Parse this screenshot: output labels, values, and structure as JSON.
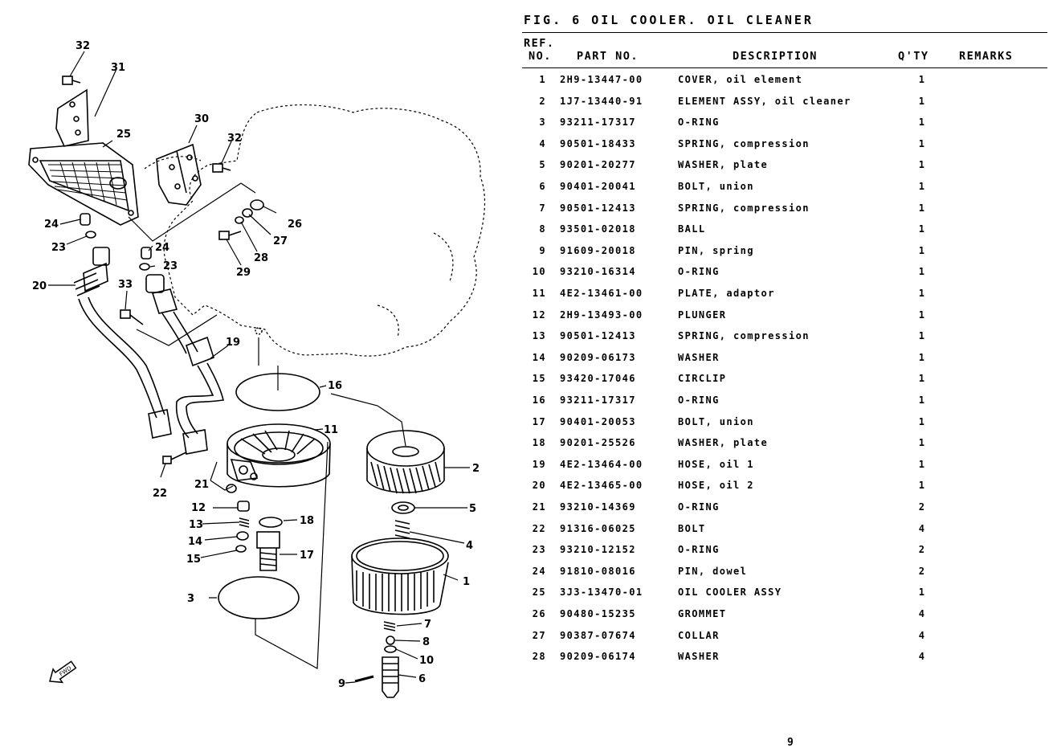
{
  "figure": {
    "title": "FIG. 6 OIL COOLER. OIL CLEANER"
  },
  "table": {
    "headers": {
      "ref_line1": "REF.",
      "ref_line2": "NO.",
      "part_no": "PART NO.",
      "description": "DESCRIPTION",
      "qty": "Q'TY",
      "remarks": "REMARKS"
    },
    "rows": [
      {
        "ref": "1",
        "part": "2H9-13447-00",
        "desc": "COVER, oil element",
        "qty": "1"
      },
      {
        "ref": "2",
        "part": "1J7-13440-91",
        "desc": "ELEMENT ASSY, oil cleaner",
        "qty": "1"
      },
      {
        "ref": "3",
        "part": "93211-17317",
        "desc": "O-RING",
        "qty": "1"
      },
      {
        "ref": "4",
        "part": "90501-18433",
        "desc": "SPRING, compression",
        "qty": "1"
      },
      {
        "ref": "5",
        "part": "90201-20277",
        "desc": "WASHER, plate",
        "qty": "1"
      },
      {
        "ref": "6",
        "part": "90401-20041",
        "desc": "BOLT, union",
        "qty": "1"
      },
      {
        "ref": "7",
        "part": "90501-12413",
        "desc": "SPRING, compression",
        "qty": "1"
      },
      {
        "ref": "8",
        "part": "93501-02018",
        "desc": "BALL",
        "qty": "1"
      },
      {
        "ref": "9",
        "part": "91609-20018",
        "desc": "PIN, spring",
        "qty": "1"
      },
      {
        "ref": "10",
        "part": "93210-16314",
        "desc": "O-RING",
        "qty": "1"
      },
      {
        "ref": "11",
        "part": "4E2-13461-00",
        "desc": "PLATE, adaptor",
        "qty": "1"
      },
      {
        "ref": "12",
        "part": "2H9-13493-00",
        "desc": "PLUNGER",
        "qty": "1"
      },
      {
        "ref": "13",
        "part": "90501-12413",
        "desc": "SPRING, compression",
        "qty": "1"
      },
      {
        "ref": "14",
        "part": "90209-06173",
        "desc": "WASHER",
        "qty": "1"
      },
      {
        "ref": "15",
        "part": "93420-17046",
        "desc": "CIRCLIP",
        "qty": "1"
      },
      {
        "ref": "16",
        "part": "93211-17317",
        "desc": "O-RING",
        "qty": "1"
      },
      {
        "ref": "17",
        "part": "90401-20053",
        "desc": "BOLT, union",
        "qty": "1"
      },
      {
        "ref": "18",
        "part": "90201-25526",
        "desc": "WASHER, plate",
        "qty": "1"
      },
      {
        "ref": "19",
        "part": "4E2-13464-00",
        "desc": "HOSE, oil 1",
        "qty": "1"
      },
      {
        "ref": "20",
        "part": "4E2-13465-00",
        "desc": "HOSE, oil 2",
        "qty": "1"
      },
      {
        "ref": "21",
        "part": "93210-14369",
        "desc": "O-RING",
        "qty": "2"
      },
      {
        "ref": "22",
        "part": "91316-06025",
        "desc": "BOLT",
        "qty": "4"
      },
      {
        "ref": "23",
        "part": "93210-12152",
        "desc": "O-RING",
        "qty": "2"
      },
      {
        "ref": "24",
        "part": "91810-08016",
        "desc": "PIN, dowel",
        "qty": "2"
      },
      {
        "ref": "25",
        "part": "3J3-13470-01",
        "desc": "OIL COOLER ASSY",
        "qty": "1"
      },
      {
        "ref": "26",
        "part": "90480-15235",
        "desc": "GROMMET",
        "qty": "4"
      },
      {
        "ref": "27",
        "part": "90387-07674",
        "desc": "COLLAR",
        "qty": "4"
      },
      {
        "ref": "28",
        "part": "90209-06174",
        "desc": "WASHER",
        "qty": "4"
      }
    ]
  },
  "diagram": {
    "callouts": [
      "1",
      "2",
      "3",
      "4",
      "5",
      "6",
      "7",
      "8",
      "9",
      "10",
      "11",
      "12",
      "13",
      "14",
      "15",
      "16",
      "17",
      "18",
      "19",
      "20",
      "21",
      "22",
      "23",
      "23",
      "24",
      "24",
      "25",
      "26",
      "27",
      "28",
      "29",
      "30",
      "31",
      "32",
      "32",
      "33"
    ],
    "fwd_label": "FWD"
  },
  "page_number": "9"
}
